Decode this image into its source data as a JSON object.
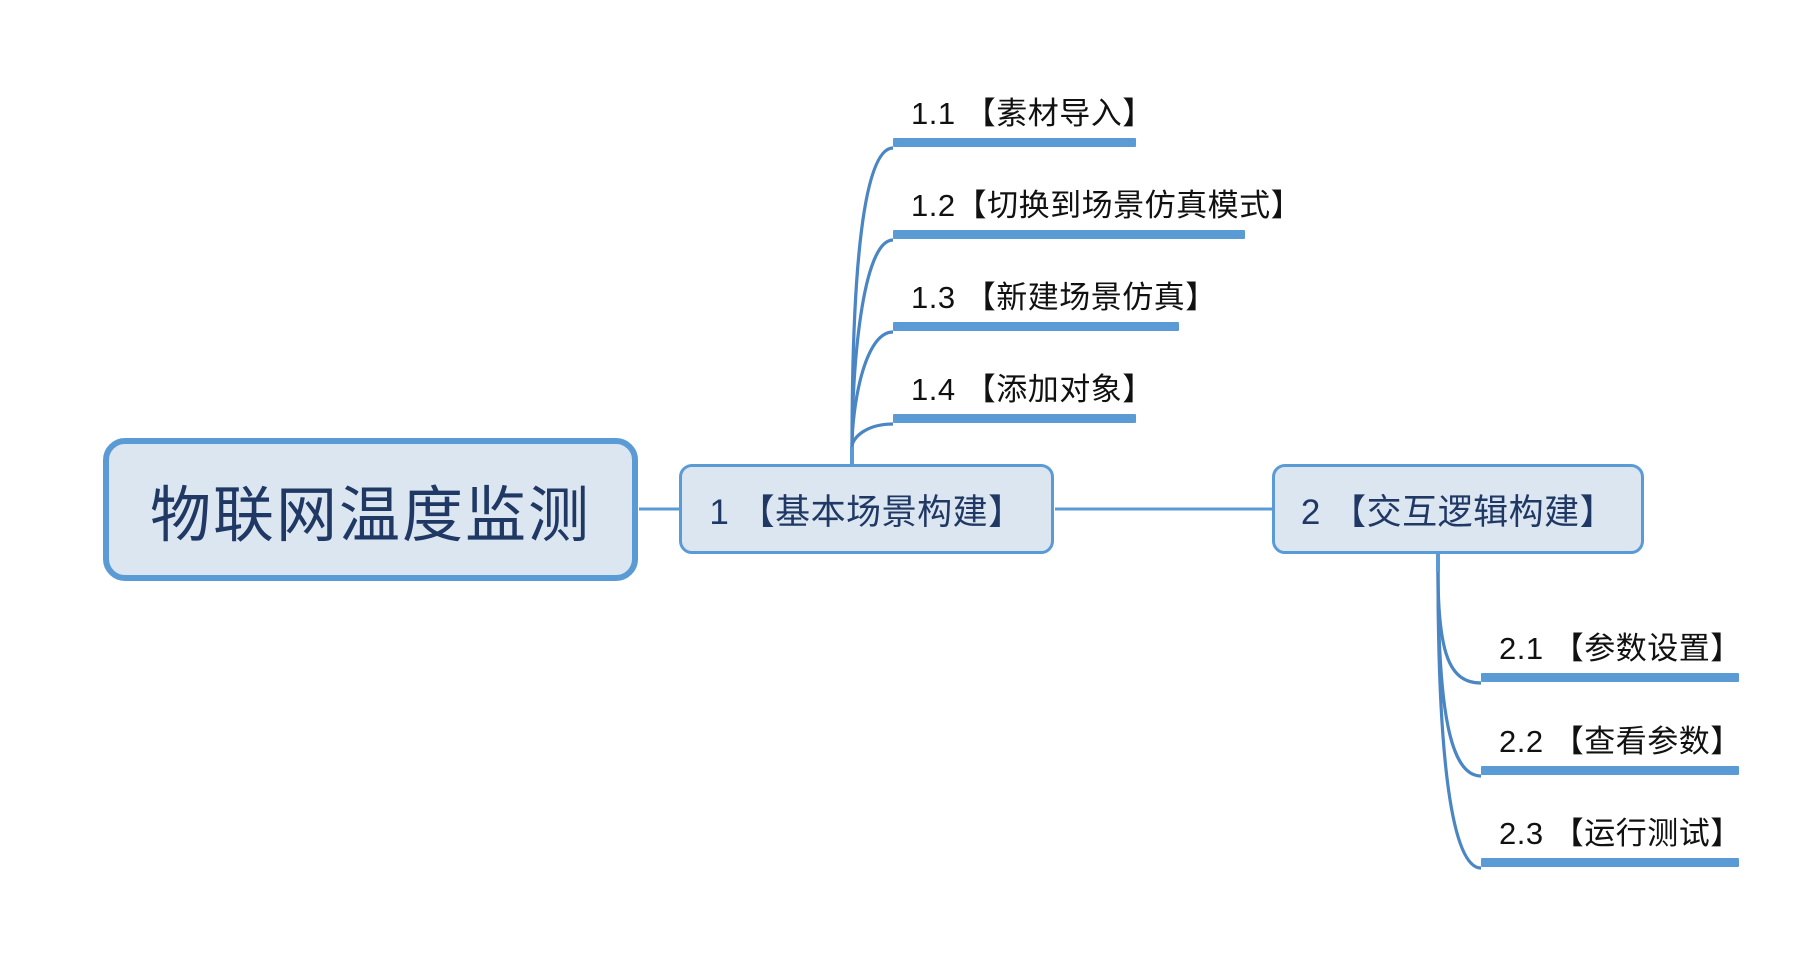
{
  "diagram": {
    "type": "mindmap",
    "title": "物联网温度监测",
    "colors": {
      "node_fill": "#dce6f1",
      "node_border": "#5b9bd5",
      "node_text": "#1f3864",
      "leaf_text": "#111111",
      "connector": "#5b9bd5",
      "background": "#ffffff"
    },
    "root": {
      "label": "物联网温度监测"
    },
    "branches": [
      {
        "label": "1 【基本场景构建】",
        "children": [
          {
            "label": "1.1 【素材导入】"
          },
          {
            "label": "1.2【切换到场景仿真模式】"
          },
          {
            "label": "1.3 【新建场景仿真】"
          },
          {
            "label": "1.4 【添加对象】"
          }
        ]
      },
      {
        "label": "2 【交互逻辑构建】",
        "children": [
          {
            "label": "2.1 【参数设置】"
          },
          {
            "label": "2.2 【查看参数】"
          },
          {
            "label": "2.3 【运行测试】"
          }
        ]
      }
    ]
  }
}
